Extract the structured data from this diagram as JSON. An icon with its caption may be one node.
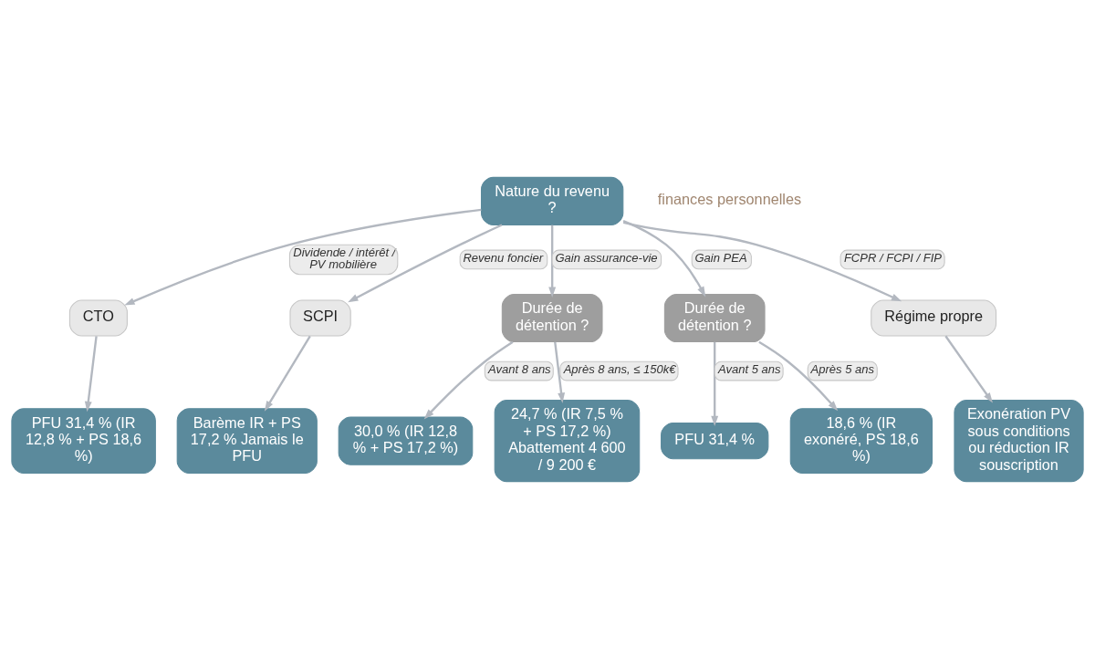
{
  "diagram": {
    "nodes": [
      {
        "text": [
          "Nature du revenu ?"
        ]
      },
      {
        "text": [
          "CTO"
        ]
      },
      {
        "text": [
          "SCPI"
        ]
      },
      {
        "text": [
          "Durée de détention ?"
        ]
      },
      {
        "text": [
          "Durée de détention ?"
        ]
      },
      {
        "text": [
          "Régime propre"
        ]
      },
      {
        "text": [
          "PFU 31,4 % (IR 12,8 % + PS 18,6 %)"
        ]
      },
      {
        "text": [
          "Barème IR + PS 17,2 % Jamais le PFU"
        ]
      },
      {
        "text": [
          "30,0 % (IR 12,8 % + PS 17,2 %)"
        ]
      },
      {
        "text": [
          "24,7 % (IR 7,5 % + PS 17,2 %) Abattement 4 600 / 9 200 €"
        ]
      },
      {
        "text": [
          "PFU 31,4 %"
        ]
      },
      {
        "text": [
          "18,6 % (IR exonéré, PS 18,6 %)"
        ]
      },
      {
        "text": [
          "Exonération PV sous conditions ou réduction IR souscription"
        ]
      }
    ],
    "edges": [
      {
        "from": 0,
        "to": 1,
        "arrow": "to",
        "label": "Dividende / intérêt / PV mobilière"
      },
      {
        "from": 0,
        "to": 2,
        "arrow": "to",
        "label": "Revenu foncier"
      },
      {
        "from": 0,
        "to": 3,
        "arrow": "to",
        "label": "Gain assurance-vie"
      },
      {
        "from": 0,
        "to": 4,
        "arrow": "to",
        "label": "Gain PEA"
      },
      {
        "from": 0,
        "to": 5,
        "arrow": "to",
        "label": "FCPR / FCPI / FIP"
      },
      {
        "from": 1,
        "to": 6,
        "arrow": "to"
      },
      {
        "from": 2,
        "to": 7,
        "arrow": "to"
      },
      {
        "from": 3,
        "to": 8,
        "arrow": "to",
        "label": "Avant 8 ans"
      },
      {
        "from": 3,
        "to": 9,
        "arrow": "to",
        "label": "Après 8 ans, ≤ 150k€"
      },
      {
        "from": 4,
        "to": 10,
        "arrow": "to",
        "label": "Avant 5 ans"
      },
      {
        "from": 4,
        "to": 11,
        "arrow": "to",
        "label": "Après 5 ans"
      },
      {
        "from": 5,
        "to": 12,
        "arrow": "to"
      }
    ],
    "labels": [
      "finances personnelles"
    ]
  }
}
